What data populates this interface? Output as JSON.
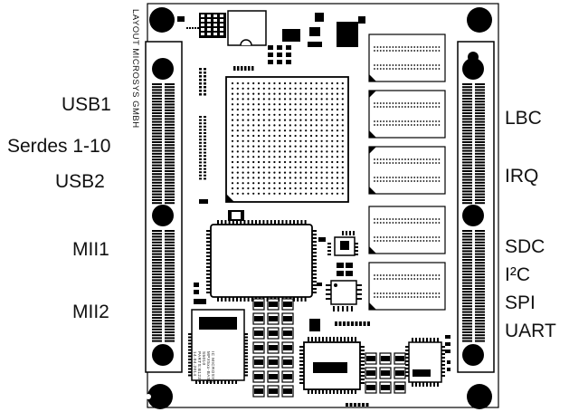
{
  "board": {
    "vertical_text": "LAYOUT MICROSYS GMBH",
    "fine_print_lines": [
      "IC MICROSYS",
      "MPX5xx-BASE",
      "S5010",
      "PARTS:B1234",
      "14.04.2014"
    ]
  },
  "labels_left": [
    {
      "id": "usb1",
      "text": "USB1"
    },
    {
      "id": "serdes",
      "text": "Serdes 1-10"
    },
    {
      "id": "usb2",
      "text": "USB2"
    },
    {
      "id": "mii1",
      "text": "MII1"
    },
    {
      "id": "mii2",
      "text": "MII2"
    }
  ],
  "labels_right": [
    {
      "id": "lbc",
      "text": "LBC"
    },
    {
      "id": "irq",
      "text": "IRQ"
    },
    {
      "id": "sdc",
      "text": "SDC"
    },
    {
      "id": "i2c",
      "text": "I²C"
    },
    {
      "id": "spi",
      "text": "SPI"
    },
    {
      "id": "uart",
      "text": "UART"
    }
  ],
  "colors": {
    "ink": "#000000",
    "board": "#ffffff",
    "text": "#111111"
  }
}
